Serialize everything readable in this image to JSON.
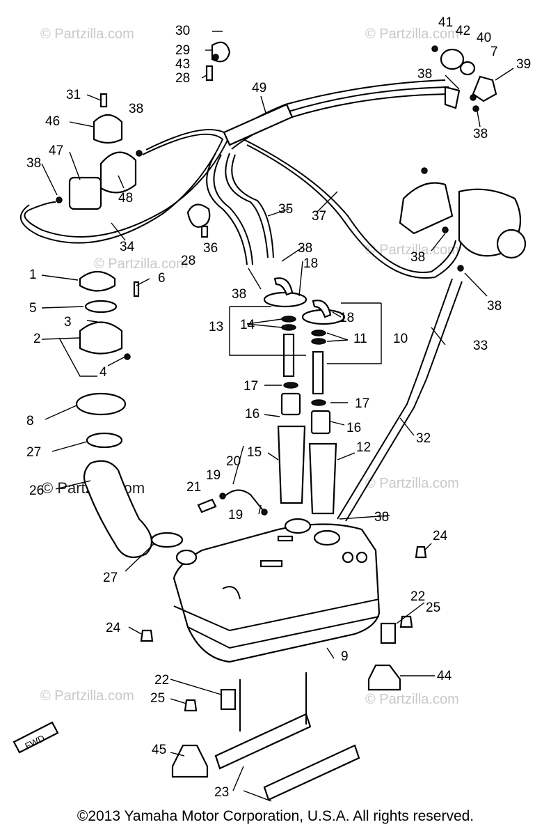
{
  "watermark": "© Partzilla.com",
  "copyright": "©2013  Yamaha Motor Corporation, U.S.A. All rights reserved.",
  "direction_label": "FWD",
  "callouts": {
    "c30": "30",
    "c29": "29",
    "c43": "43",
    "c28a": "28",
    "c41": "41",
    "c42": "42",
    "c40": "40",
    "c7": "7",
    "c39": "39",
    "c38_tr1": "38",
    "c38_tr2": "38",
    "c31": "31",
    "c46": "46",
    "c38_l1": "38",
    "c47": "47",
    "c38_l2": "38",
    "c48": "48",
    "c49": "49",
    "c34": "34",
    "c35": "35",
    "c37": "37",
    "c36": "36",
    "c28b": "28",
    "c38_m1": "38",
    "c38_m2": "38",
    "c38_carb": "38",
    "c38_r": "38",
    "c1": "1",
    "c6": "6",
    "c5": "5",
    "c3": "3",
    "c2": "2",
    "c4": "4",
    "c18a": "18",
    "c18b": "18",
    "c13": "13",
    "c14": "14",
    "c11": "11",
    "c10": "10",
    "c33": "33",
    "c17a": "17",
    "c17b": "17",
    "c16a": "16",
    "c16b": "16",
    "c8": "8",
    "c27a": "27",
    "c26": "26",
    "c20": "20",
    "c15": "15",
    "c12": "12",
    "c32": "32",
    "c21": "21",
    "c19a": "19",
    "c19b": "19",
    "c38_tank": "38",
    "c24a": "24",
    "c27b": "27",
    "c24b": "24",
    "c22a": "22",
    "c25a": "25",
    "c9": "9",
    "c22b": "22",
    "c44": "44",
    "c25b": "25",
    "c45": "45",
    "c23": "23"
  }
}
